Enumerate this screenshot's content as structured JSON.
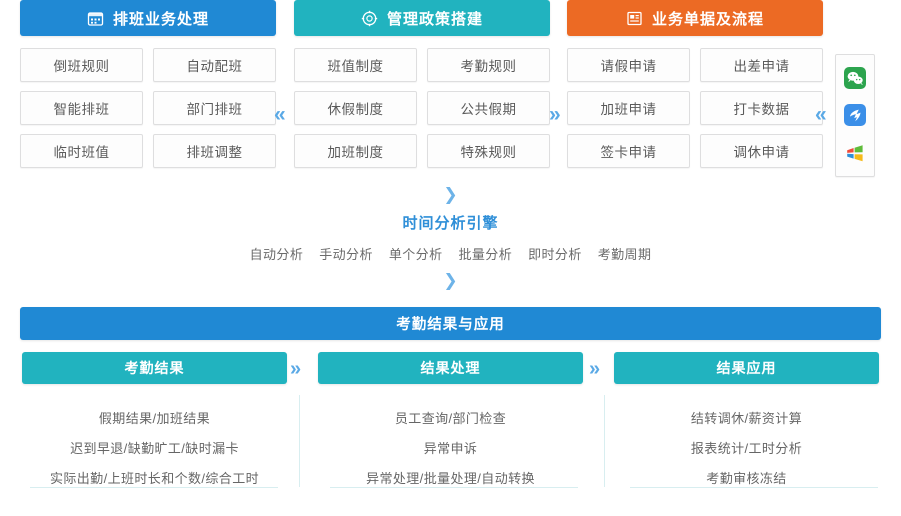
{
  "pillars": [
    {
      "title": "排班业务处理",
      "icon": "calendar-icon",
      "color": "#2089d4",
      "cells": [
        "倒班规则",
        "自动配班",
        "智能排班",
        "部门排班",
        "临时班值",
        "排班调整"
      ]
    },
    {
      "title": "管理政策搭建",
      "icon": "policy-gear-icon",
      "color": "#21b3bf",
      "cells": [
        "班值制度",
        "考勤规则",
        "休假制度",
        "公共假期",
        "加班制度",
        "特殊规则"
      ]
    },
    {
      "title": "业务单据及流程",
      "icon": "form-document-icon",
      "color": "#ec6a24",
      "cells": [
        "请假申请",
        "出差申请",
        "加班申请",
        "打卡数据",
        "签卡申请",
        "调休申请"
      ]
    }
  ],
  "separators": {
    "pillar_1_2": "«",
    "pillar_2_3": "»",
    "pillar_3_rail": "«",
    "bottom_1_2": "»",
    "bottom_2_3": "»",
    "down_arrow": "❯"
  },
  "icon_rail": [
    {
      "name": "wechat-icon",
      "color": "#2ca44e"
    },
    {
      "name": "dingtalk-icon",
      "color": "#3b8fe8"
    },
    {
      "name": "windows-icon",
      "color": "#f0b01a"
    }
  ],
  "engine": {
    "title": "时间分析引擎",
    "items": [
      "自动分析",
      "手动分析",
      "单个分析",
      "批量分析",
      "即时分析",
      "考勤周期"
    ]
  },
  "banner": {
    "title": "考勤结果与应用",
    "color": "#2089d4"
  },
  "bottom_columns": [
    {
      "title": "考勤结果",
      "lines": [
        "假期结果/加班结果",
        "迟到早退/缺勤旷工/缺时漏卡",
        "实际出勤/上班时长和个数/综合工时"
      ]
    },
    {
      "title": "结果处理",
      "lines": [
        "员工查询/部门检查",
        "异常申诉",
        "异常处理/批量处理/自动转换"
      ]
    },
    {
      "title": "结果应用",
      "lines": [
        "结转调休/薪资计算",
        "报表统计/工时分析",
        "考勤审核冻结"
      ]
    }
  ]
}
